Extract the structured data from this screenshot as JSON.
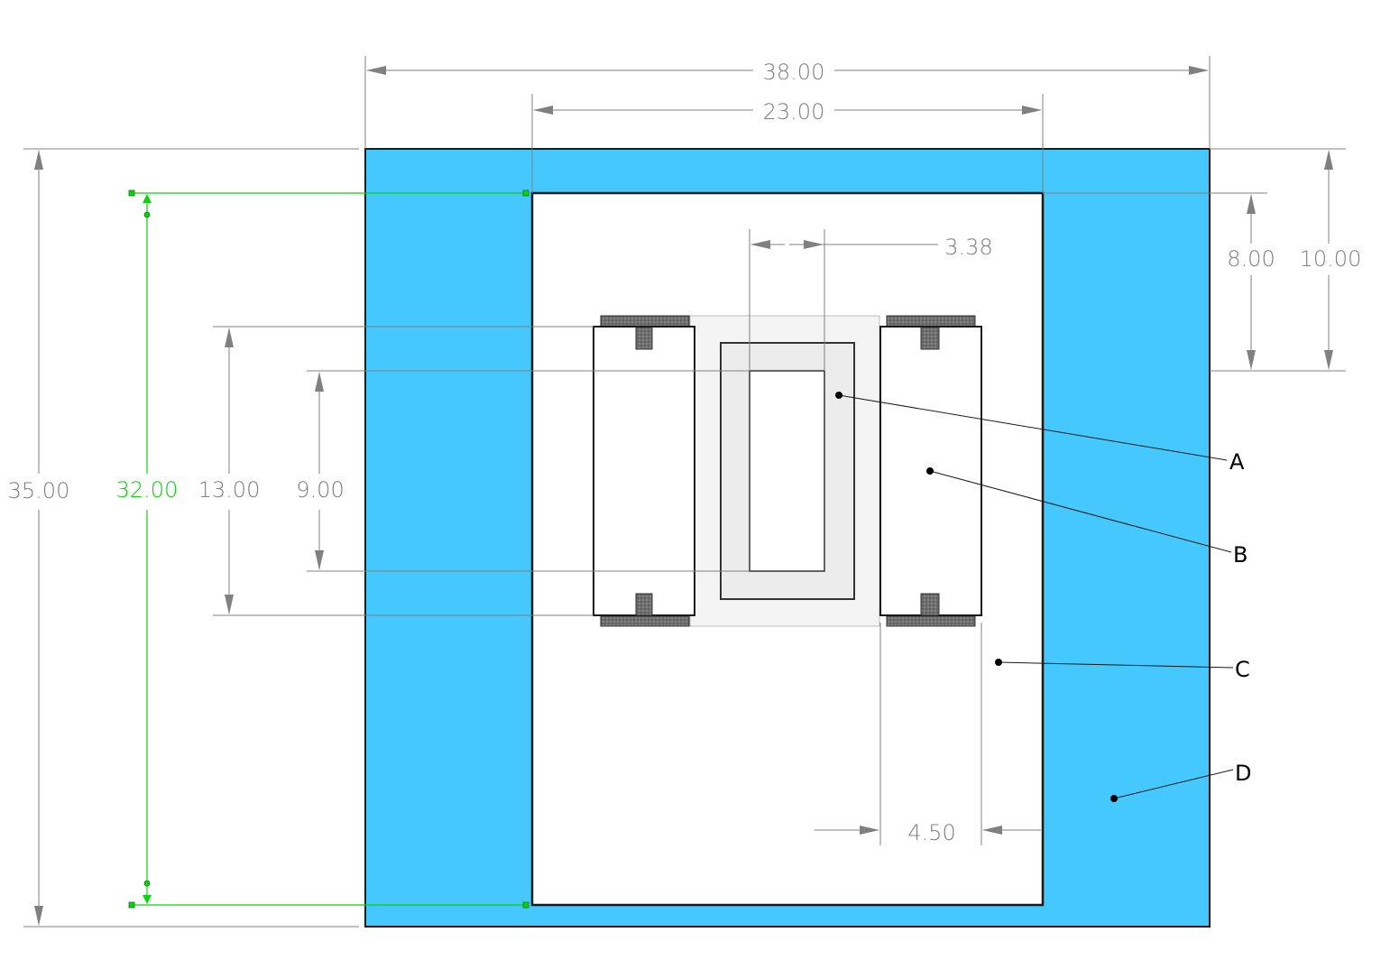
{
  "colors": {
    "frame_fill": "#45c8fd",
    "outline": "#1a1a1a",
    "dimension": "#808080",
    "highlight_dimension": "#0fd00f",
    "core_fill": "#f2f2f2",
    "clamp_fill": "#6e6e6e"
  },
  "dimensions": {
    "overall_width": "38.00",
    "window_width": "23.00",
    "core_gap": "3.38",
    "window_top_offset": "8.00",
    "slot_top_offset": "10.00",
    "overall_height": "35.00",
    "window_height": "32.00",
    "coil_height": "13.00",
    "slot_height": "9.00",
    "coil_width": "4.50"
  },
  "callouts": {
    "a": "A",
    "b": "B",
    "c": "C",
    "d": "D"
  }
}
